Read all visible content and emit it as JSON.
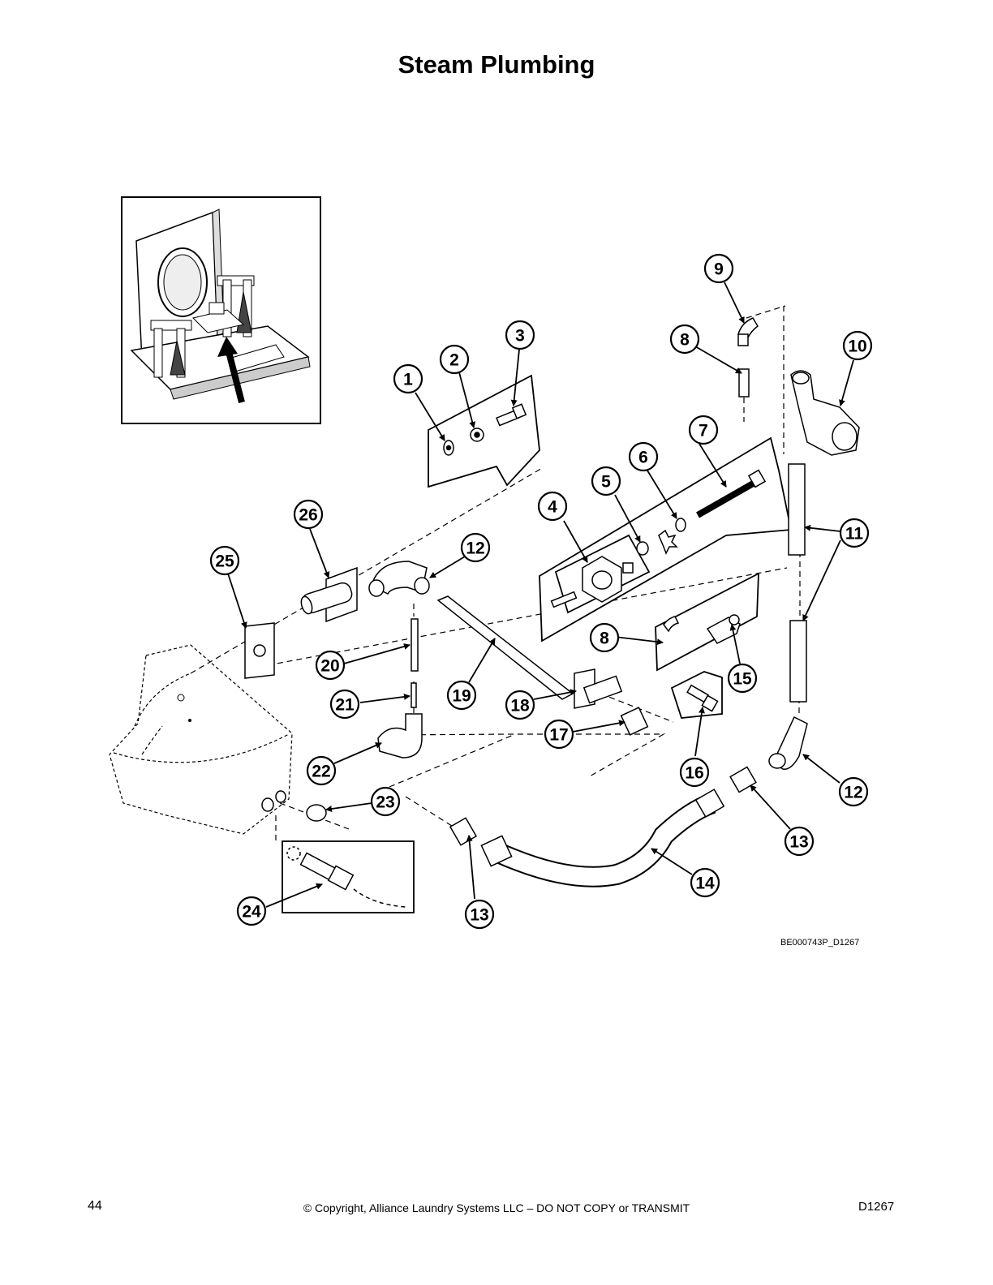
{
  "page": {
    "title": "Steam Plumbing",
    "drawing_id": "BE000743P_D1267",
    "page_number": "44",
    "copyright": "© Copyright, Alliance Laundry Systems LLC – DO NOT COPY or TRANSMIT",
    "document_code": "D1267"
  },
  "callouts": [
    {
      "label": "1"
    },
    {
      "label": "2"
    },
    {
      "label": "3"
    },
    {
      "label": "4"
    },
    {
      "label": "5"
    },
    {
      "label": "6"
    },
    {
      "label": "7"
    },
    {
      "label": "8"
    },
    {
      "label": "8"
    },
    {
      "label": "9"
    },
    {
      "label": "10"
    },
    {
      "label": "11"
    },
    {
      "label": "12"
    },
    {
      "label": "12"
    },
    {
      "label": "13"
    },
    {
      "label": "13"
    },
    {
      "label": "14"
    },
    {
      "label": "15"
    },
    {
      "label": "16"
    },
    {
      "label": "17"
    },
    {
      "label": "18"
    },
    {
      "label": "19"
    },
    {
      "label": "20"
    },
    {
      "label": "21"
    },
    {
      "label": "22"
    },
    {
      "label": "23"
    },
    {
      "label": "24"
    },
    {
      "label": "25"
    },
    {
      "label": "26"
    }
  ]
}
